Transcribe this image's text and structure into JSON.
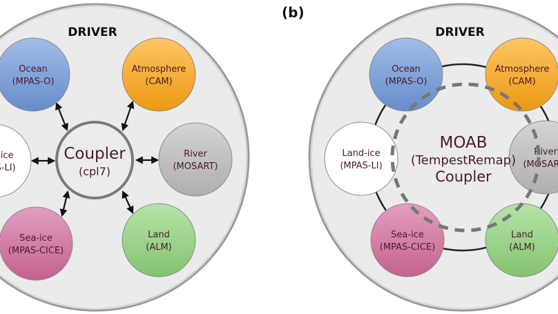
{
  "panel_b_label": "(b)",
  "colors": {
    "driver_fill": "#ebebeb",
    "driver_stroke": "#9a9a9a",
    "text": "#4a1a2a",
    "ocean": "#6f98dc",
    "atmosphere": "#ffa612",
    "river": "#bdbdbd",
    "land_ice": "#ffffff",
    "sea_ice": "#d46a9a",
    "land": "#8fd47a"
  },
  "panel_a": {
    "driver_label": "DRIVER",
    "coupler": {
      "name": "Coupler",
      "sub": "(cpl7)"
    },
    "components": [
      {
        "id": "ocean",
        "name": "Ocean",
        "sub": "(MPAS-O)"
      },
      {
        "id": "atmosphere",
        "name": "Atmosphere",
        "sub": "(CAM)"
      },
      {
        "id": "land-ice",
        "name": "Land-ice",
        "sub": "(MPAS-LI)"
      },
      {
        "id": "river",
        "name": "River",
        "sub": "(MOSART)"
      },
      {
        "id": "sea-ice",
        "name": "Sea-ice",
        "sub": "(MPAS-CICE)"
      },
      {
        "id": "land",
        "name": "Land",
        "sub": "(ALM)"
      }
    ]
  },
  "panel_b": {
    "driver_label": "DRIVER",
    "coupler": {
      "line1": "MOAB",
      "line2": "(TempestRemap)",
      "line3": "Coupler"
    },
    "components": [
      {
        "id": "ocean",
        "name": "Ocean",
        "sub": "(MPAS-O)"
      },
      {
        "id": "atmosphere",
        "name": "Atmosphere",
        "sub": "(CAM)"
      },
      {
        "id": "land-ice",
        "name": "Land-ice",
        "sub": "(MPAS-LI)"
      },
      {
        "id": "river",
        "name": "River",
        "sub": "(MOSART)"
      },
      {
        "id": "sea-ice",
        "name": "Sea-ice",
        "sub": "(MPAS-CICE)"
      },
      {
        "id": "land",
        "name": "Land",
        "sub": "(ALM)"
      }
    ]
  }
}
